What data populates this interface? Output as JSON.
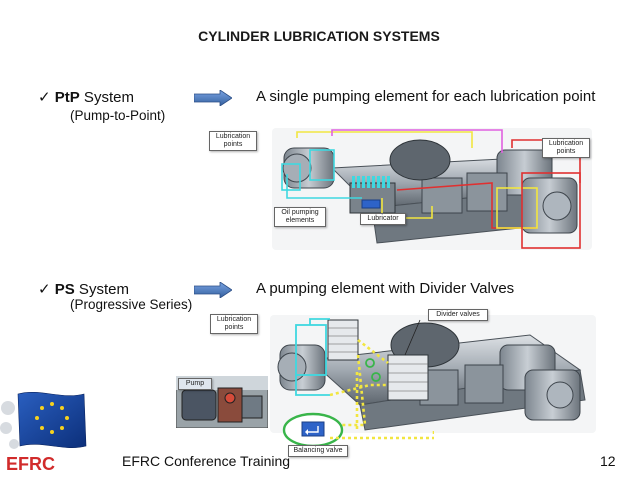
{
  "slide": {
    "title": "CYLINDER LUBRICATION SYSTEMS",
    "page_number": "12",
    "footer": "EFRC Conference Training",
    "logo_text": "EFRC"
  },
  "section1": {
    "check_glyph": "✓",
    "bold": "PtP",
    "rest": " System",
    "subtitle": "(Pump-to-Point)",
    "description": "A single pumping element for each lubrication point",
    "labels": {
      "lubrication_left": "Lubrication\npoints",
      "lubrication_right": "Lubrication\npoints",
      "oil_pumping": "Oil pumping\nelements",
      "lubricator": "Lubricator"
    }
  },
  "section2": {
    "check_glyph": "✓",
    "bold": "PS",
    "rest": " System",
    "subtitle": "(Progressive Series)",
    "description": "A pumping element with Divider Valves",
    "labels": {
      "lubrication": "Lubrication\npoints",
      "divider": "Divider valves",
      "pump": "Pump",
      "balancing": "Balancing valve"
    }
  },
  "colors": {
    "arrow_blue": "#4a78c4",
    "lube_cyan": "#3fd8e0",
    "lube_yellow": "#f2e640",
    "lube_red": "#e03030",
    "lube_pink": "#e060e0",
    "lube_green": "#39b54a"
  }
}
